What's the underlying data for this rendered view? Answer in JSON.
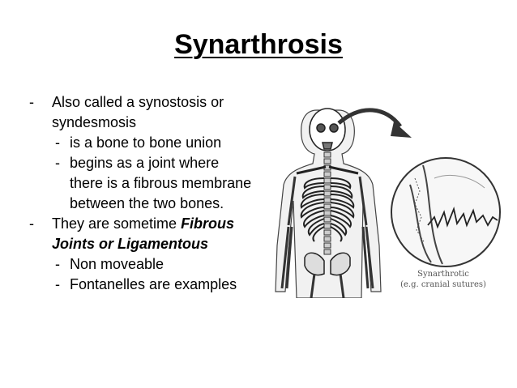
{
  "slide": {
    "title": "Synarthrosis",
    "bullets": [
      {
        "dash": "-",
        "text": "Also called a synostosis or syndesmosis"
      },
      {
        "dash": "-",
        "text": "is a bone to bone union"
      },
      {
        "dash": "-",
        "text": "begins as a joint where there is a fibrous membrane between the two bones."
      },
      {
        "dash": "-",
        "text_pre": "They are sometime ",
        "text_em": "Fibrous Joints or Ligamentous"
      },
      {
        "dash": "-",
        "text": "Non moveable"
      },
      {
        "dash": "-",
        "text": "Fontanelles are examples"
      }
    ]
  },
  "figure": {
    "caption_line1": "Synarthrotic",
    "caption_line2": "(e.g. cranial sutures)"
  }
}
